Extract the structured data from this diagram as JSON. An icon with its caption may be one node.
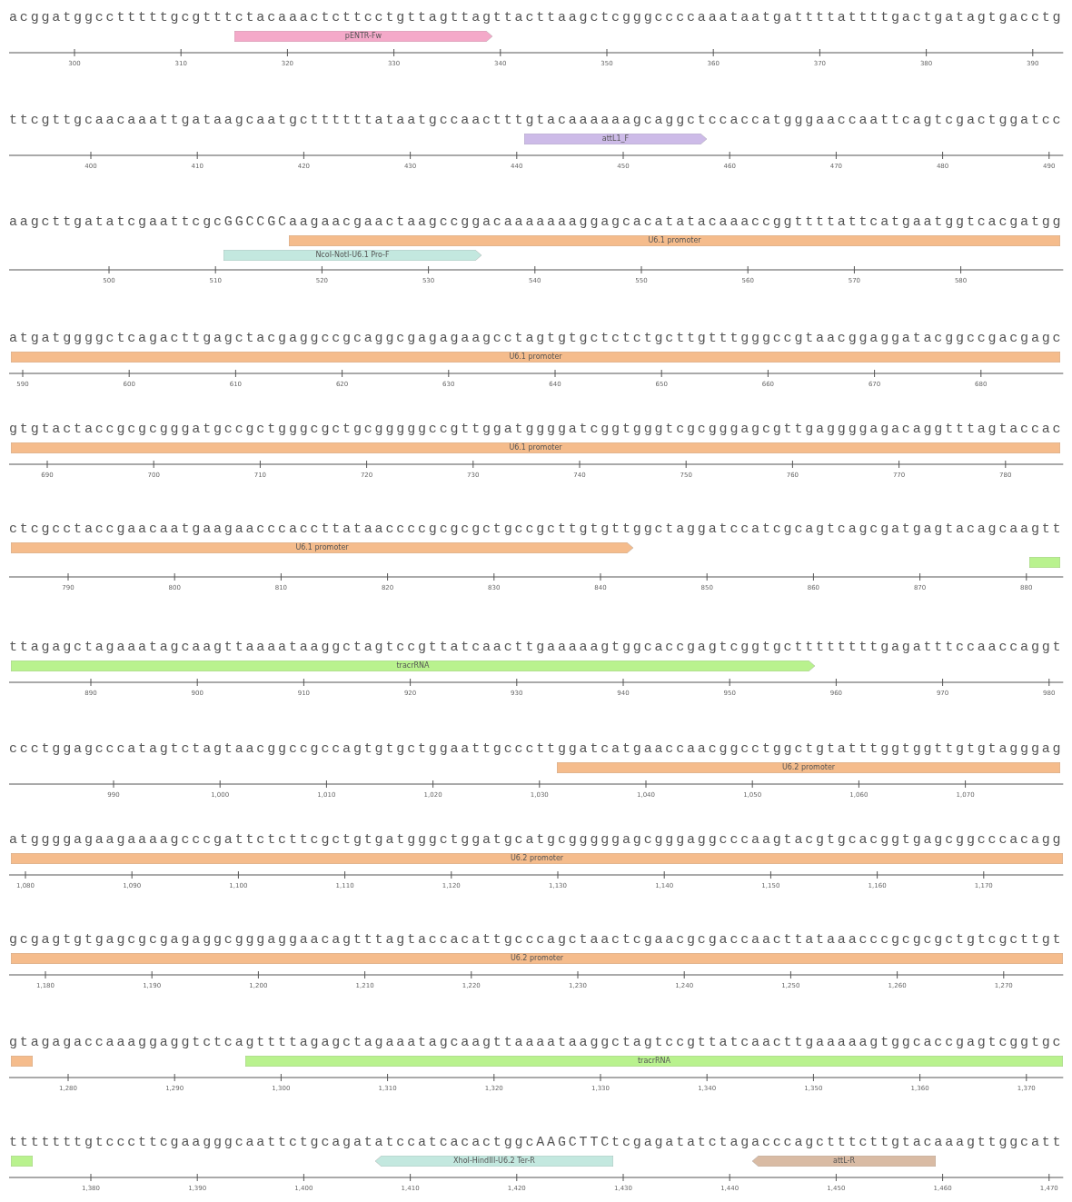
{
  "diagram": {
    "nodes": [
      {
        "text": [
          "pENTR-Fw"
        ]
      },
      {
        "text": [
          "attL1_F"
        ]
      },
      {
        "text": [
          "U6.1 promoter"
        ]
      },
      {
        "text": [
          "NcoI-NotI-U6.1 Pro-F"
        ]
      },
      {
        "text": [
          "U6.1 promoter"
        ]
      },
      {
        "text": [
          "U6.1 promoter"
        ]
      },
      {
        "text": [
          "U6.1 promoter"
        ]
      },
      {
        "text": [],
        "shape": "bar"
      },
      {
        "text": [
          "tracrRNA"
        ]
      },
      {
        "text": [
          "U6.2 promoter"
        ]
      },
      {
        "text": [
          "U6.2 promoter"
        ]
      },
      {
        "text": [
          "U6.2 promoter"
        ]
      },
      {
        "text": [],
        "shape": "bar"
      },
      {
        "text": [
          "tracrRNA"
        ]
      },
      {
        "text": [],
        "shape": "bar"
      },
      {
        "text": [
          "XhoI-HindIII-U6.2 Ter-R"
        ]
      },
      {
        "text": [
          "attL-R"
        ]
      }
    ],
    "labels": [
      "acggatggcctttttgcgtttctacaaactcttcctgttagttagttacttaagctcgggccccaaataatgattttattttgactgatagtgacctg",
      "300",
      "310",
      "320",
      "330",
      "340",
      "350",
      "360",
      "370",
      "380",
      "390",
      "ttcgttgcaacaaattgataagcaatgcttttttataatgccaactttgtacaaaaaagcaggctccaccatgggaaccaattcagtcgactggatcc",
      "400",
      "410",
      "420",
      "430",
      "440",
      "450",
      "460",
      "470",
      "480",
      "490",
      "aagcttgatatcgaattcgcGGCCGCaagaacgaactaagccggacaaaaaaaggagcacatatacaaaccggttttattcatgaatggtcacgatgg",
      "500",
      "510",
      "520",
      "530",
      "540",
      "550",
      "560",
      "570",
      "580",
      "atgatggggctcagacttgagctacgaggccgcaggcgagagaagcctagtgtgctctctgcttgtttgggccgtaacggaggatacggccgacgagc",
      "590",
      "600",
      "610",
      "620",
      "630",
      "640",
      "650",
      "660",
      "670",
      "680",
      "gtgtactaccgcgcgggatgccgctgggcgctgcgggggccgttggatggggatcggtgggtcgcgggagcgttgaggggagacaggtttagtaccac",
      "690",
      "700",
      "710",
      "720",
      "730",
      "740",
      "750",
      "760",
      "770",
      "780",
      "ctcgcctaccgaacaatgaagaacccaccttataaccccgcgcgctgccgcttgtgttggctaggatccatcgcagtcagcgatgagtacagcaagtt",
      "790",
      "800",
      "810",
      "820",
      "830",
      "840",
      "850",
      "860",
      "870",
      "880",
      "ttagagctagaaatagcaagttaaaataaggctagtccgttatcaacttgaaaaagtggcaccgagtcggtgcttttttttgagatttccaaccaggt",
      "890",
      "900",
      "910",
      "920",
      "930",
      "940",
      "950",
      "960",
      "970",
      "980",
      "ccctggagcccatagtctagtaacggccgccagtgtgctggaattgcccttggatcatgaaccaacggcctggctgtatttggtggttgtgtagggag",
      "990",
      "1,000",
      "1,010",
      "1,020",
      "1,030",
      "1,040",
      "1,050",
      "1,060",
      "1,070",
      "atggggagaagaaaagcccgattctcttcgctgtgatgggctggatgcatgcgggggagcgggaggcccaagtacgtgcacggtgagcggcccacagg",
      "1,080",
      "1,090",
      "1,100",
      "1,110",
      "1,120",
      "1,130",
      "1,140",
      "1,150",
      "1,160",
      "1,170",
      "gcgagtgtgagcgcgagaggcgggaggaacagtttagtaccacattgcccagctaactcgaacgcgaccaacttataaacccgcgcgctgtcgcttgt",
      "1,180",
      "1,190",
      "1,200",
      "1,210",
      "1,220",
      "1,230",
      "1,240",
      "1,250",
      "1,260",
      "1,270",
      "gtagagaccaaaggaggtctcagttttagagctagaaatagcaagttaaaataaggctagtccgttatcaacttgaaaaagtggcaccgagtcggtgc",
      "1,280",
      "1,290",
      "1,300",
      "1,310",
      "1,320",
      "1,330",
      "1,340",
      "1,350",
      "1,360",
      "1,370",
      "tttttttgtcccttcgaagggcaattctgcagatatccatcacactggcAAGCTTCtcgagatatctagacccagctttcttgtacaaagttggcatt",
      "1,380",
      "1,390",
      "1,400",
      "1,410",
      "1,420",
      "1,430",
      "1,440",
      "1,450",
      "1,460",
      "1,470"
    ]
  }
}
